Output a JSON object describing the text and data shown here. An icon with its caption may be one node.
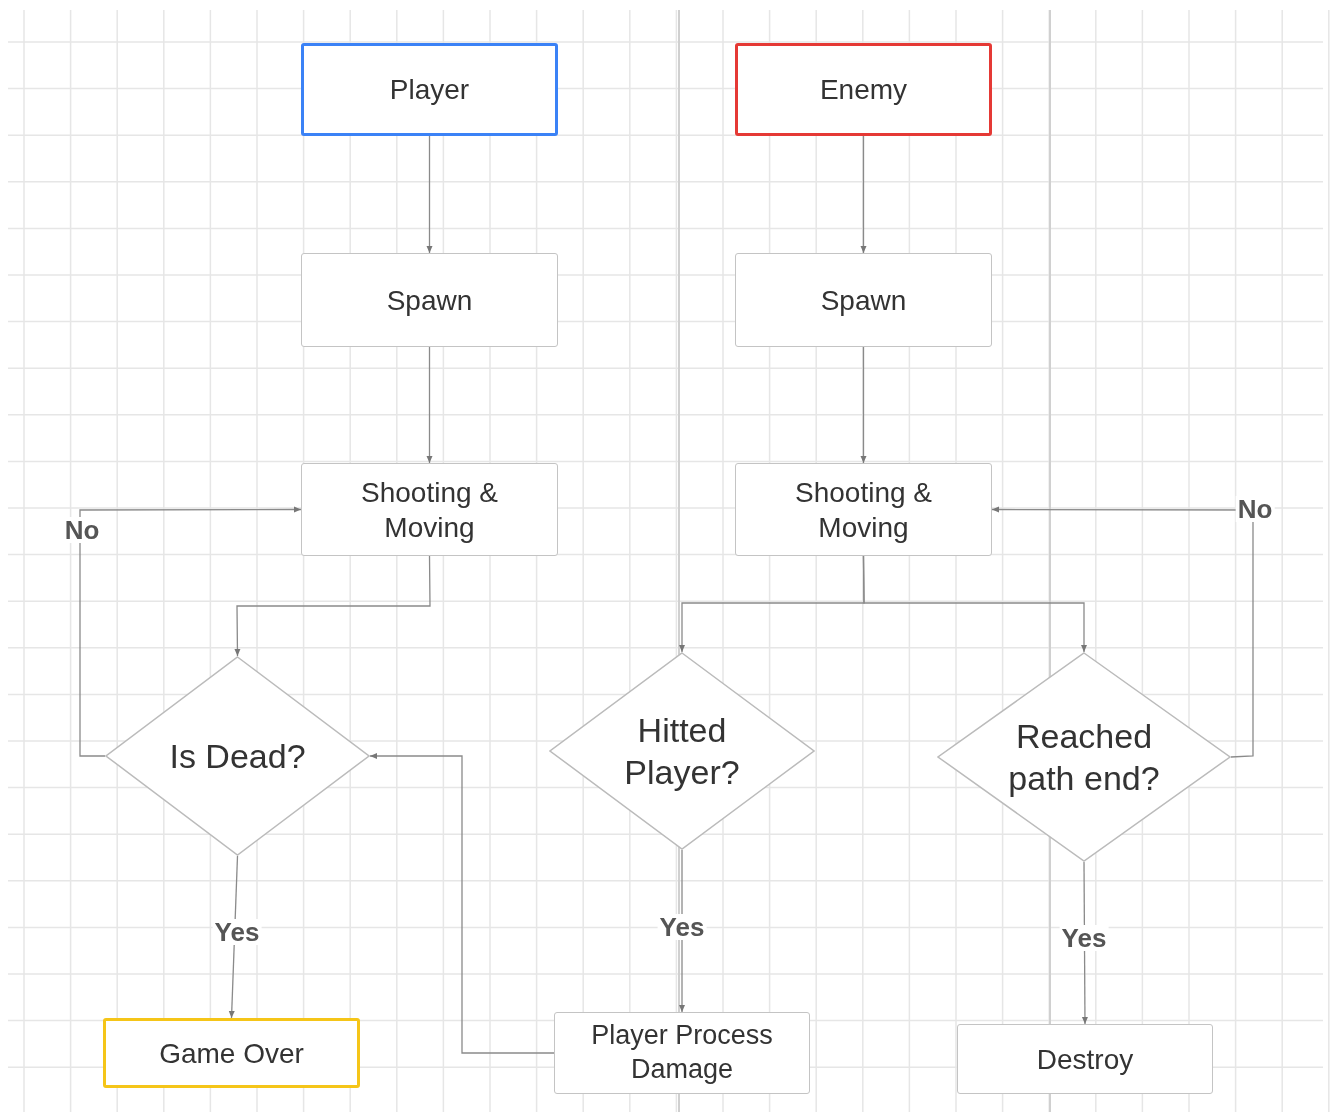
{
  "diagram": {
    "nodes": [
      {
        "text": [
          "Player"
        ]
      },
      {
        "text": [
          "Enemy"
        ]
      },
      {
        "text": [
          "Spawn"
        ]
      },
      {
        "text": [
          "Spawn"
        ]
      },
      {
        "text": [
          "Shooting & Moving"
        ]
      },
      {
        "text": [
          "Shooting & Moving"
        ]
      },
      {
        "text": [
          "Is Dead?"
        ]
      },
      {
        "text": [
          "Hitted Player?"
        ]
      },
      {
        "text": [
          "Reached path end?"
        ]
      },
      {
        "text": [
          "Game Over"
        ]
      },
      {
        "text": [
          "Player Process Damage"
        ]
      },
      {
        "text": [
          "Destroy"
        ]
      }
    ],
    "edges": [
      {
        "from": 0,
        "to": 2,
        "arrow": "to"
      },
      {
        "from": 1,
        "to": 3,
        "arrow": "to"
      },
      {
        "from": 2,
        "to": 4,
        "arrow": "to"
      },
      {
        "from": 3,
        "to": 5,
        "arrow": "to"
      },
      {
        "from": 4,
        "to": 6,
        "arrow": "to"
      },
      {
        "from": 5,
        "to": 7,
        "arrow": "to"
      },
      {
        "from": 5,
        "to": 8,
        "arrow": "to"
      },
      {
        "from": 6,
        "to": 4,
        "arrow": "to",
        "label": "No"
      },
      {
        "from": 8,
        "to": 5,
        "arrow": "to",
        "label": "No"
      },
      {
        "from": 6,
        "to": 9,
        "arrow": "to",
        "label": "Yes"
      },
      {
        "from": 7,
        "to": 10,
        "arrow": "to",
        "label": "Yes"
      },
      {
        "from": 8,
        "to": 11,
        "arrow": "to",
        "label": "Yes"
      },
      {
        "from": 10,
        "to": 6,
        "arrow": "to"
      }
    ]
  }
}
